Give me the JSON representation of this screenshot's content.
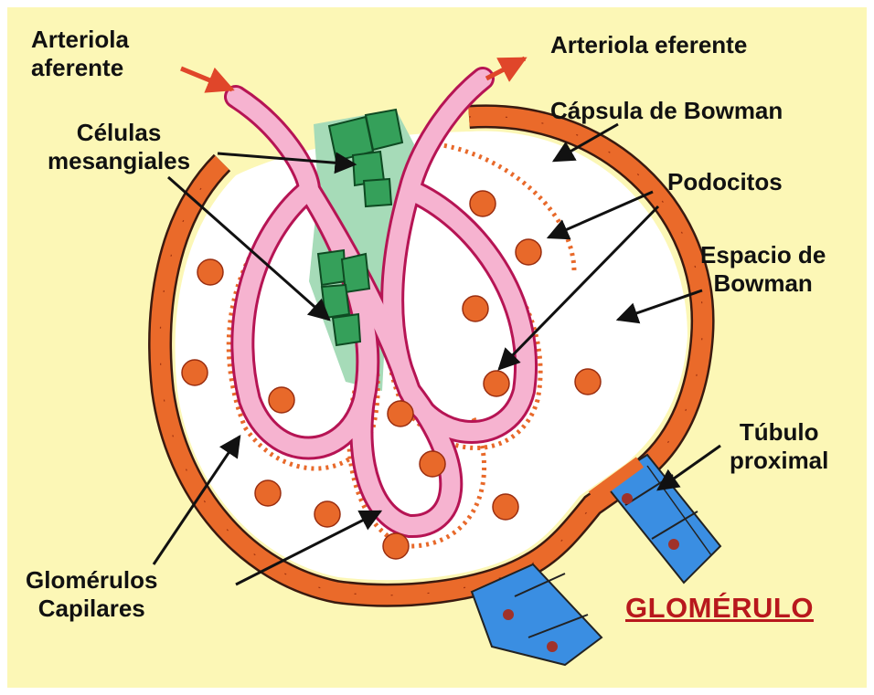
{
  "labels": {
    "afferent_line1": "Arteriola",
    "afferent_line2": "aferente",
    "efferent": "Arteriola eferente",
    "bowman_capsule": "Cápsula de Bowman",
    "mesangial_line1": "Células",
    "mesangial_line2": "mesangiales",
    "podocytes": "Podocitos",
    "bowman_space_line1": "Espacio de",
    "bowman_space_line2": "Bowman",
    "tubule_line1": "Túbulo",
    "tubule_line2": "proximal",
    "capillaries_line1": "Glomérulos",
    "capillaries_line2": "Capilares"
  },
  "title": "GLOMÉRULO",
  "colors": {
    "background": "#fcf7b6",
    "capsule": "#ea6a2a",
    "capillary": "#f6b3d0",
    "capillary_wall": "#b61454",
    "podocyte": "#e8692a",
    "mesangial": "#35a05a",
    "mesangial_zone": "#a6dbb8",
    "tubule": "#3a8ee2",
    "arrow": "#e0462a",
    "title": "#b8181d"
  }
}
